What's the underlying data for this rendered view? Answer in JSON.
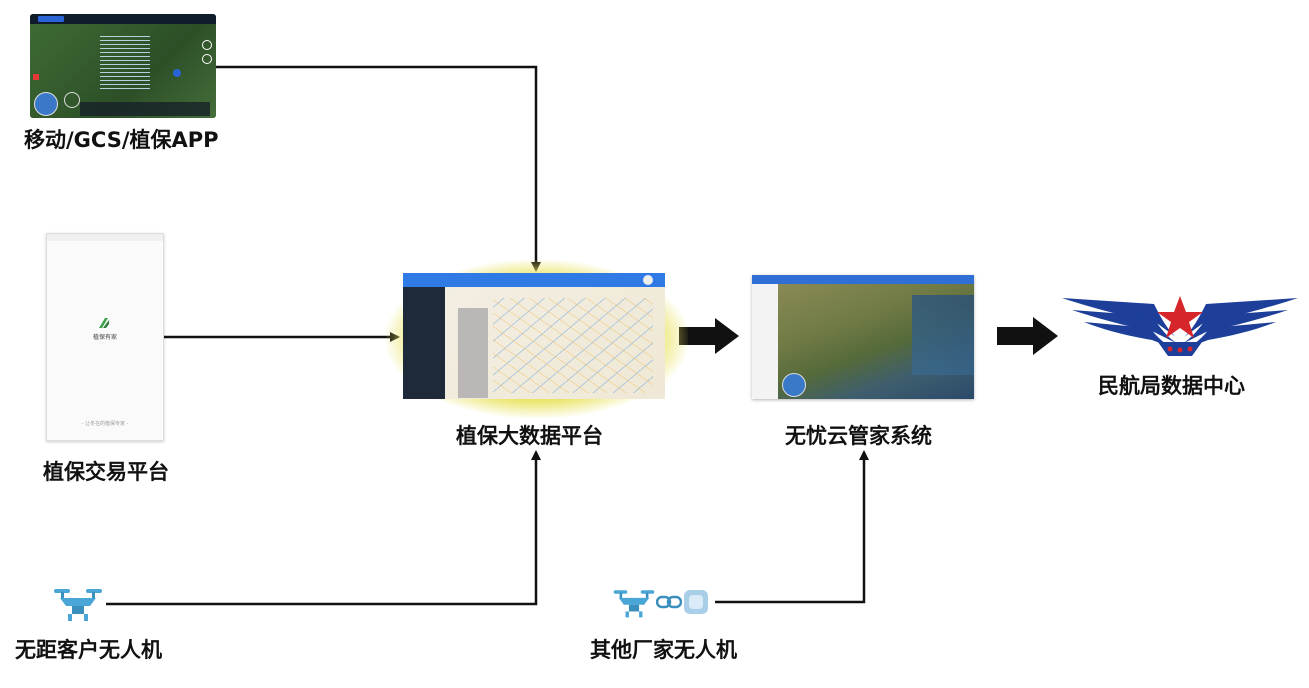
{
  "nodes": {
    "gcs_app": {
      "label": "移动/GCS/植保APP"
    },
    "trade_platform": {
      "label": "植保交易平台",
      "app_name": "植保有家",
      "footer_text": "- 让冬在的植保专家 -"
    },
    "bigdata_platform": {
      "label": "植保大数据平台"
    },
    "cloud_system": {
      "label": "无忧云管家系统"
    },
    "caac_center": {
      "label": "民航局数据中心"
    },
    "own_drones": {
      "label": "无距客户无人机"
    },
    "other_drones": {
      "label": "其他厂家无人机"
    }
  },
  "colors": {
    "line": "#111111",
    "highlight_glow": "#e8e25a",
    "caac_blue": "#1d3f9a",
    "caac_red": "#d7262a",
    "drone": "#4aa6d6"
  },
  "icons": {
    "arrow": "thick-right-arrow-icon",
    "drone": "drone-icon",
    "link": "chain-link-icon",
    "module": "dongle-icon",
    "logo": "caac-wings-logo-icon"
  }
}
